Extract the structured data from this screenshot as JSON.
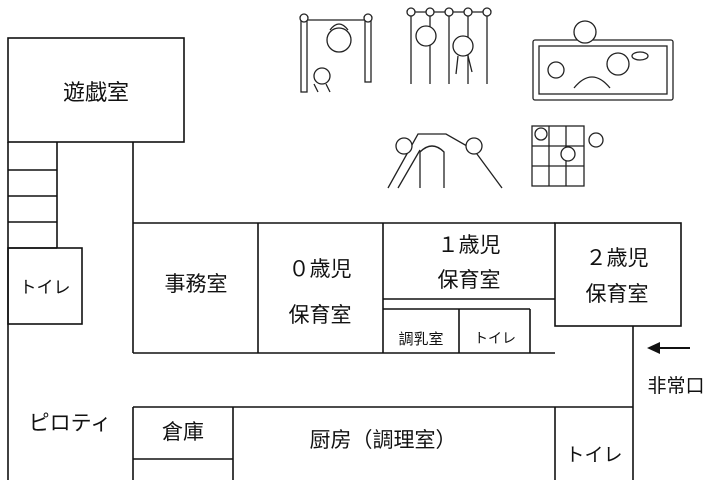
{
  "rooms": {
    "playroom": "遊戯室",
    "toilet_left": "トイレ",
    "office": "事務室",
    "infant0_line1": "０歳児",
    "infant0_line2": "保育室",
    "infant1_line1": "１歳児",
    "infant1_line2": "保育室",
    "milk_room": "調乳室",
    "toilet_small": "トイレ",
    "infant2_line1": "２歳児",
    "infant2_line2": "保育室",
    "pilotis": "ピロティ",
    "storage": "倉庫",
    "kitchen": "厨房（調理室）",
    "toilet_bottom": "トイレ"
  },
  "exit": {
    "label": "非常口",
    "arrow_icon": "arrow-left-icon"
  },
  "illustrations": {
    "horizontal_bar": "horizontal-bar-illustration",
    "monkey_bars": "monkey-bars-illustration",
    "sandbox": "sandbox-illustration",
    "slide": "slide-illustration",
    "jungle_gym": "jungle-gym-illustration"
  },
  "colors": {
    "line": "#111111",
    "background": "#ffffff"
  }
}
